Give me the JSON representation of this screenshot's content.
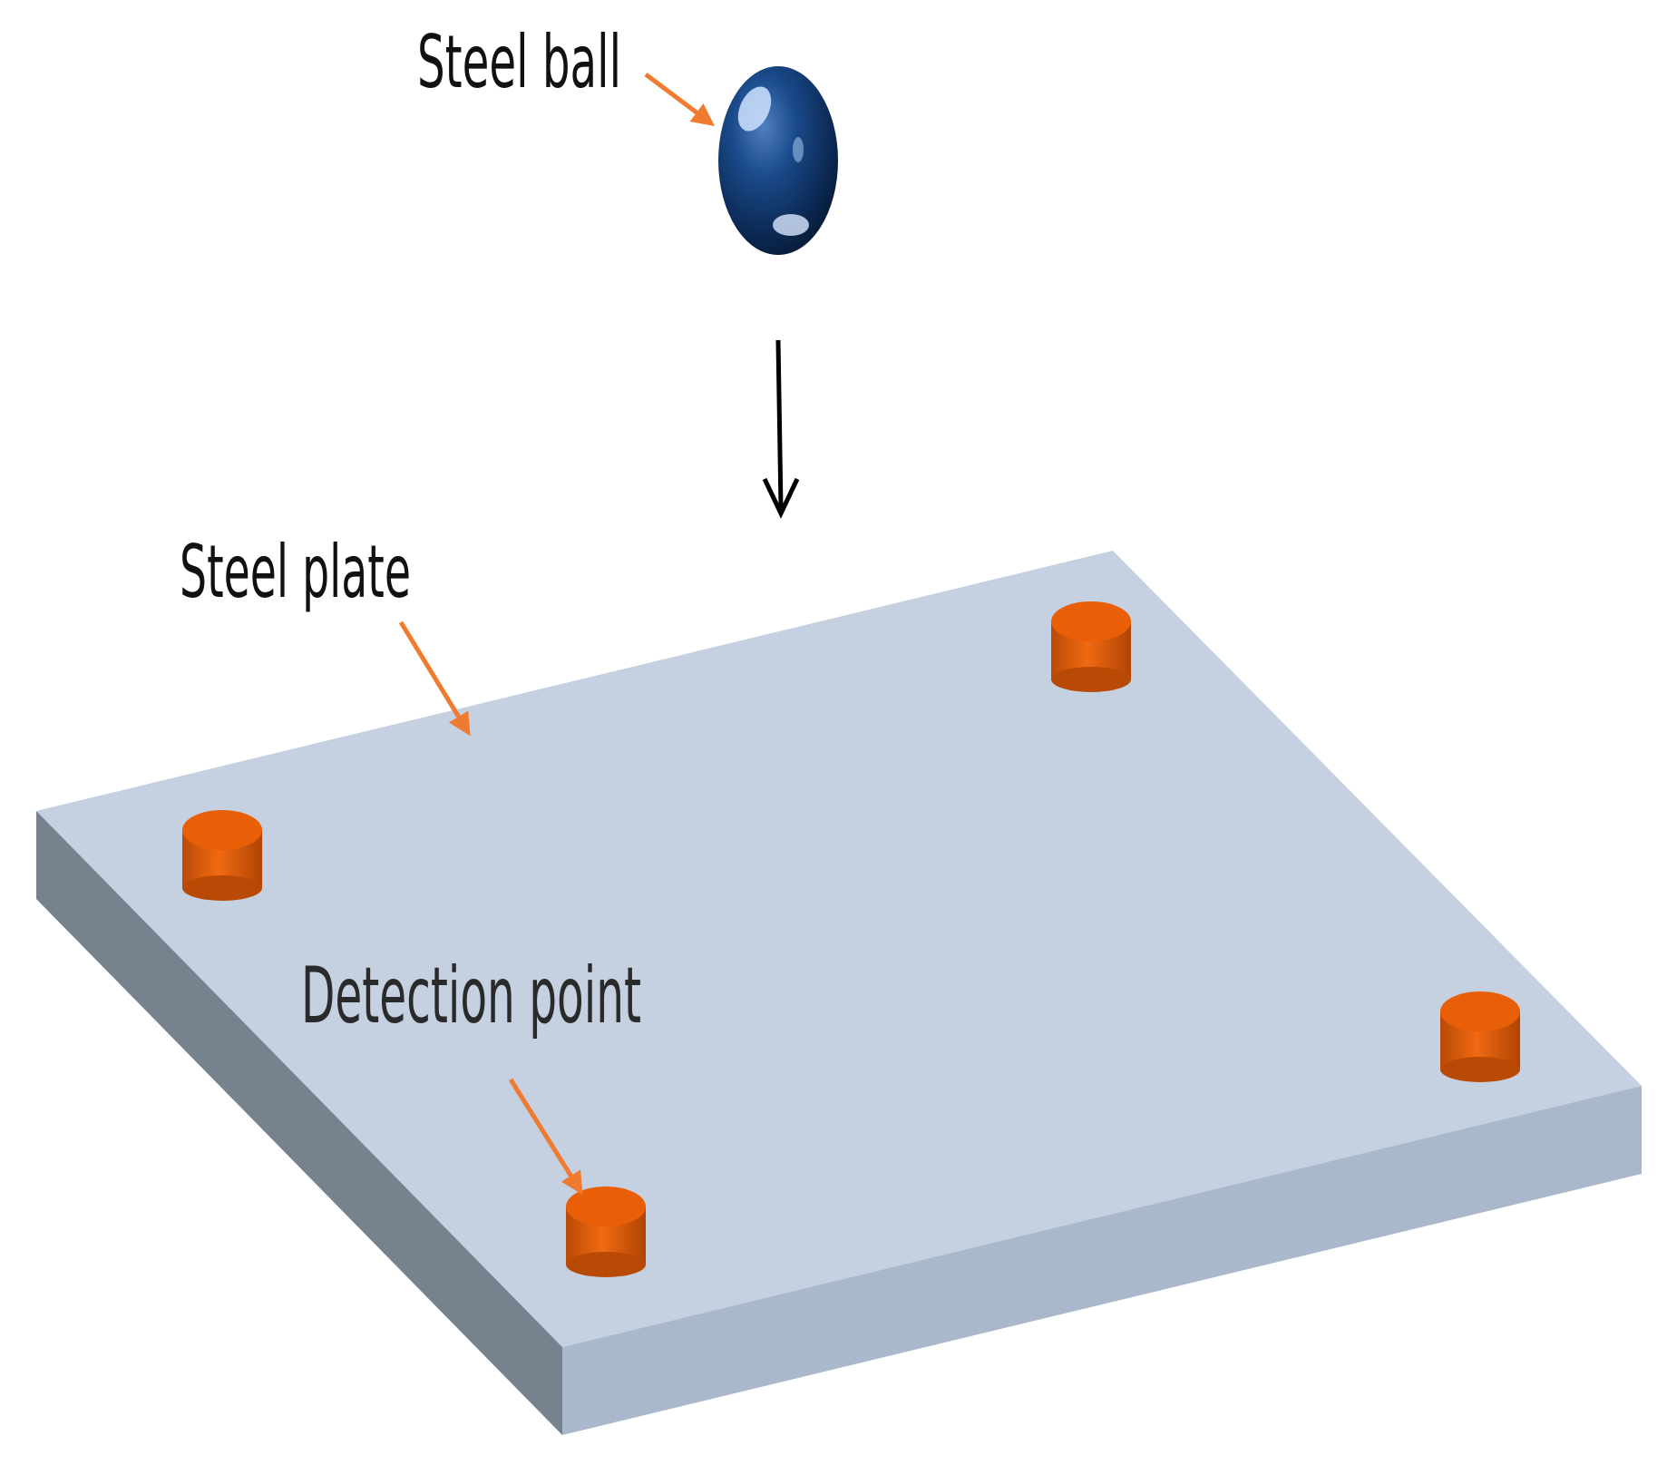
{
  "labels": {
    "steel_ball": "Steel ball",
    "steel_plate": "Steel plate",
    "detection_point": "Detection point"
  },
  "colors": {
    "plate_top": "#c5d1e1",
    "plate_front": "#a9b8ca",
    "plate_left": "#76838e",
    "sensor": "#e85f08",
    "sensor_dark": "#b94a06",
    "ball": "#0e3566",
    "pointer_arrow": "#f07a30",
    "drop_arrow": "#000000"
  }
}
